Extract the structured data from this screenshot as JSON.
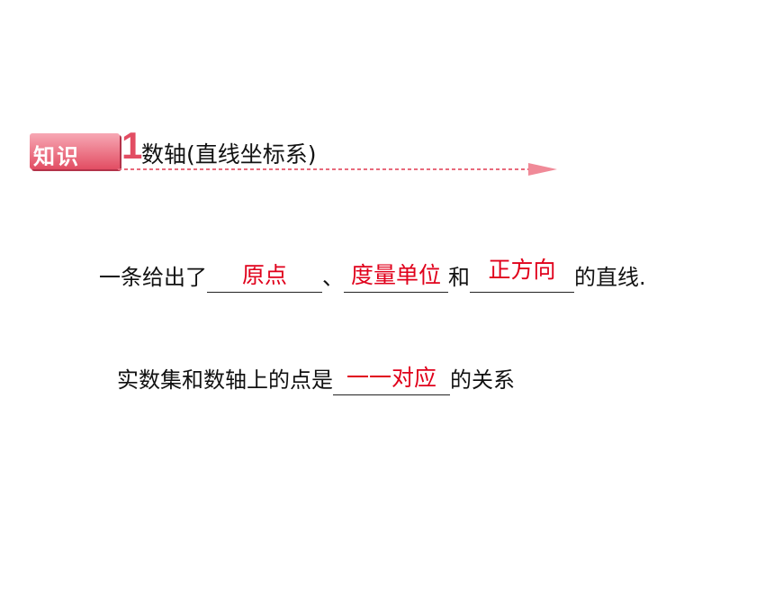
{
  "header": {
    "badge_label": "知识",
    "badge_number": "1",
    "title": "数轴(直线坐标系)",
    "accent_color": "#e24d63"
  },
  "sentence1": {
    "prefix": "一条给出了",
    "blank1_answer": "原点",
    "sep1": "、",
    "blank2_answer": "度量单位",
    "sep2": "和",
    "blank3_answer": "正方向",
    "suffix": "的直线."
  },
  "sentence2": {
    "prefix": "实数集和数轴上的点是",
    "blank_answer": "一一对应",
    "suffix": "的关系"
  },
  "answer_color": "#e0001b"
}
